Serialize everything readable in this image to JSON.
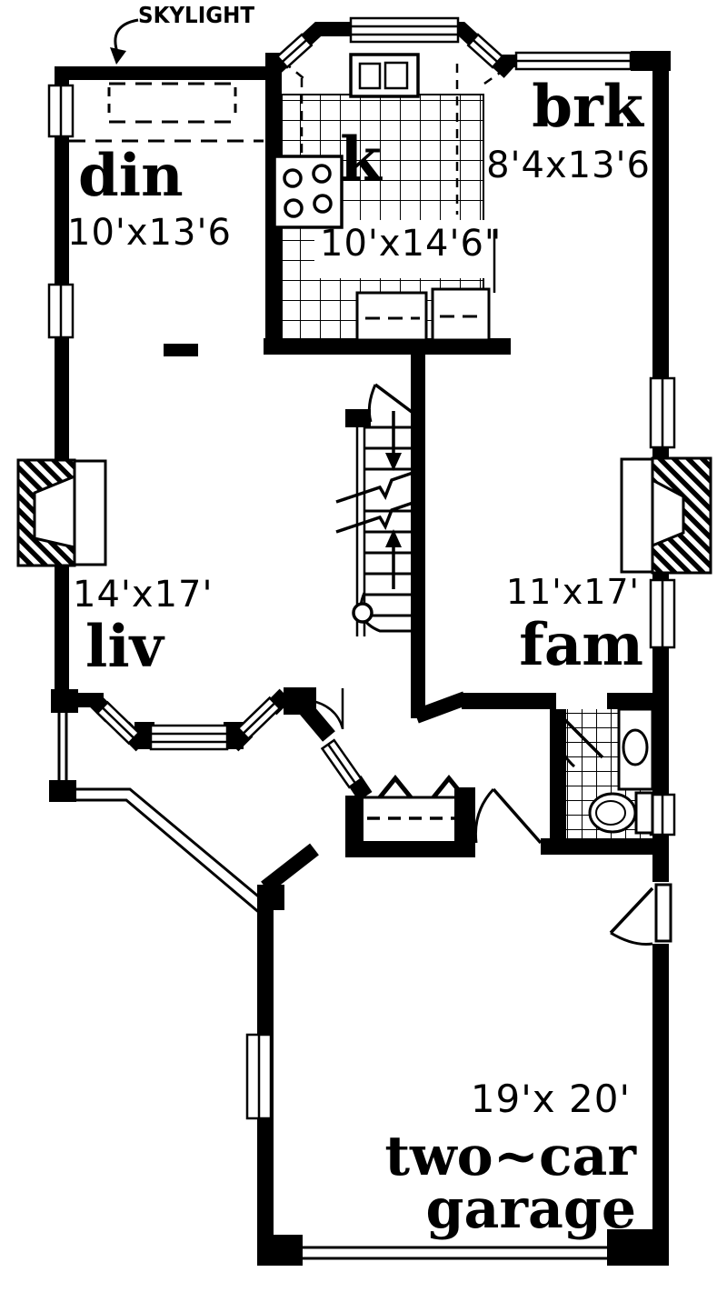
{
  "plan": {
    "colors": {
      "ink": "#000000",
      "paper": "#ffffff"
    },
    "annotation": {
      "skylight": "SKYLIGHT"
    },
    "rooms": {
      "dining": {
        "label": "din",
        "dims": "10'x13'6"
      },
      "kitchen": {
        "label": "k",
        "dims": "10'x14'6\""
      },
      "breakfast": {
        "label": "brk",
        "dims": "8'4x13'6"
      },
      "living": {
        "label": "liv",
        "dims": "14'x17'"
      },
      "family": {
        "label": "fam",
        "dims": "11'x17'"
      },
      "garage": {
        "label_line1": "two~car",
        "label_line2": "garage",
        "dims": "19'x 20'"
      }
    },
    "features": [
      "skylight-arrow-icon",
      "skylight-dashed-outline",
      "stove-burners-icon",
      "double-sink-icon",
      "staircase-symbol",
      "stairs-down-arrow-icon",
      "stairs-up-arrow-icon",
      "stair-break-lines",
      "fireplace-left-symbol",
      "fireplace-right-symbol",
      "bay-window-kitchen",
      "bay-window-living",
      "closet-rod",
      "door-swing-arcs",
      "vanity-sink-icon",
      "toilet-icon",
      "tiled-floor",
      "porch-edge-lines",
      "garage-door-opening",
      "window-symbols"
    ]
  }
}
